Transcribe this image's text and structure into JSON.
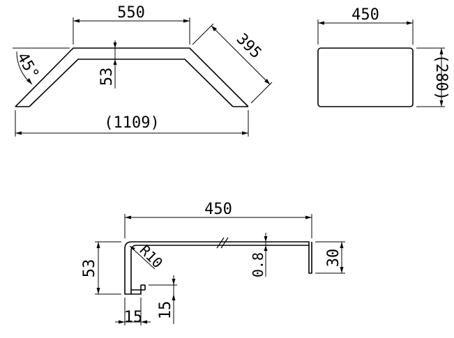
{
  "views": {
    "top_left": {
      "dims": {
        "top_length": "550",
        "slant_length": "395",
        "angle": "45°",
        "thickness": "53",
        "overall_length": "(1109)"
      }
    },
    "top_right": {
      "dims": {
        "width": "450",
        "height": "(280)"
      }
    },
    "bottom": {
      "dims": {
        "length": "450",
        "height_left": "53",
        "radius": "R10",
        "sheet_thickness": "0.8",
        "lip_height": "30",
        "return_width": "15",
        "return_height": "15"
      }
    }
  }
}
